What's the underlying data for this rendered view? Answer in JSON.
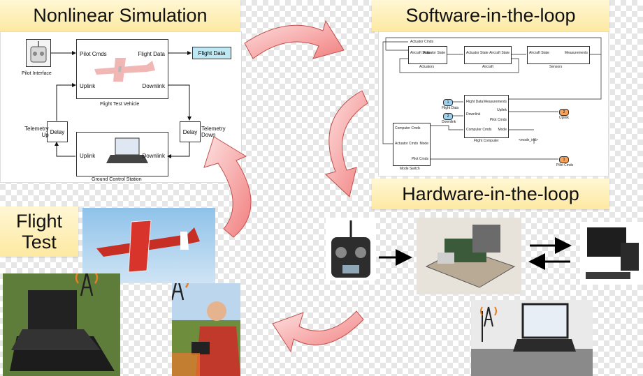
{
  "sections": {
    "nonlinear_sim": {
      "title": "Nonlinear Simulation",
      "pilot_interface": "Pilot Interface",
      "pilot_cmds": "Pilot Cmds",
      "flight_data": "Flight Data",
      "uplink": "Uplink",
      "downlink": "Downlink",
      "flight_test_vehicle": "Flight Test Vehicle",
      "flight_data_out": "Flight Data",
      "telemetry_up": "Telemetry\nUp",
      "telemetry_down": "Telemetry\nDown",
      "delay_left": "Delay",
      "delay_right": "Delay",
      "gcs_uplink": "Uplink",
      "gcs_downlink": "Downlink",
      "ground_control_station": "Ground Control Station"
    },
    "sil": {
      "title": "Software-in-the-loop",
      "actuator_cmds": "Actuator Cmds",
      "aircraft_state": "Aircraft State",
      "actuators": "Actuators",
      "actuator_state": "Actuator State",
      "aircraft": "Aircraft",
      "aircraft_state2": "Aircraft State",
      "aircraft_state3": "Aircraft State",
      "sensors": "Sensors",
      "measurements": "Measurements",
      "fc_measurements": "Measurements",
      "fc_uplink": "Uplink",
      "fc_pilot_cmds": "Pilot Cmds",
      "fc_mode": "Mode",
      "fc_flight_data": "Flight Data",
      "fc_downlink": "Downlink",
      "fc_computer_cmds": "Computer Cmds",
      "flight_computer": "Flight Computer",
      "out1_num": "1",
      "out1": "Flight Data",
      "out2_num": "2",
      "out2": "Downlink",
      "in2_num": "2",
      "in2": "Uplink",
      "in1_num": "1",
      "in1": "Pilot Cmds",
      "ms_computer_cmds": "Computer Cmds",
      "ms_actuator_cmds": "Actuator Cmds",
      "ms_mode": "Mode",
      "ms_pilot_cmds": "Pilot Cmds",
      "mode_switch": "Mode Switch",
      "mode_tag": "<mode_ind>"
    },
    "hil": {
      "title": "Hardware-in-the-loop"
    },
    "flight_test": {
      "title_line1": "Flight",
      "title_line2": "Test"
    }
  },
  "colors": {
    "title_bg": "#fde9a2",
    "arrow_fill": "#f7a8a8",
    "arrow_stroke": "#c0504d",
    "flight_data_block": "#bfe8f5",
    "port_blue": "#9fd0ec",
    "port_orange": "#f5a35a"
  }
}
